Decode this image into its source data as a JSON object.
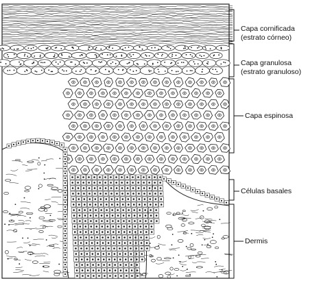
{
  "labels": {
    "stratum_corneum": [
      "Capa cornificada",
      "(estrato córneo)"
    ],
    "stratum_granulosum": [
      "Capa granulosa",
      "(estrato granuloso)"
    ],
    "stratum_spinosum": "Capa espinosa",
    "basal_cells": "Células basales",
    "dermis": "Dermis"
  },
  "style": {
    "ink": "#1a1a1a",
    "background": "#ffffff"
  }
}
